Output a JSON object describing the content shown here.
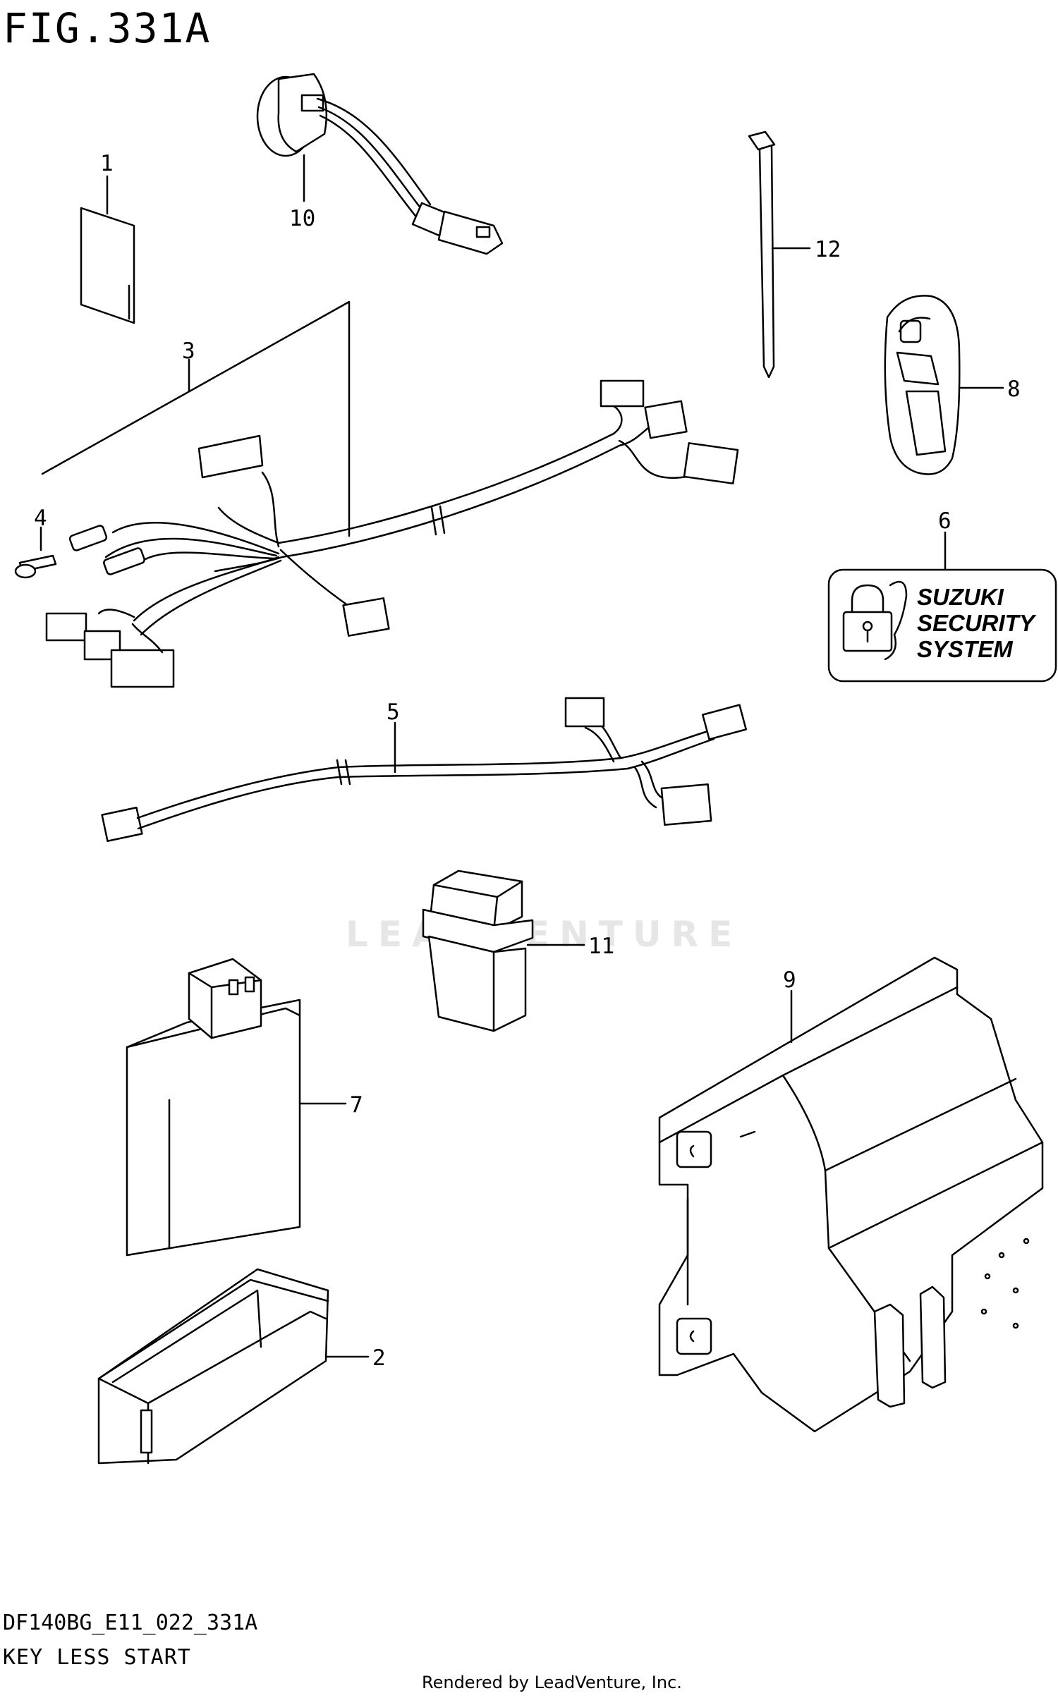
{
  "figure": {
    "title": "FIG.331A",
    "model_code": "DF140BG_E11_022_331A",
    "subtitle": "KEY LESS START",
    "credit": "Rendered by LeadVenture, Inc.",
    "watermark": "LEADVENTURE"
  },
  "label": {
    "line1": "SUZUKI",
    "line2": "SECURITY",
    "line3": "SYSTEM"
  },
  "callouts": [
    "1",
    "2",
    "3",
    "4",
    "5",
    "6",
    "7",
    "8",
    "9",
    "10",
    "11",
    "12"
  ]
}
